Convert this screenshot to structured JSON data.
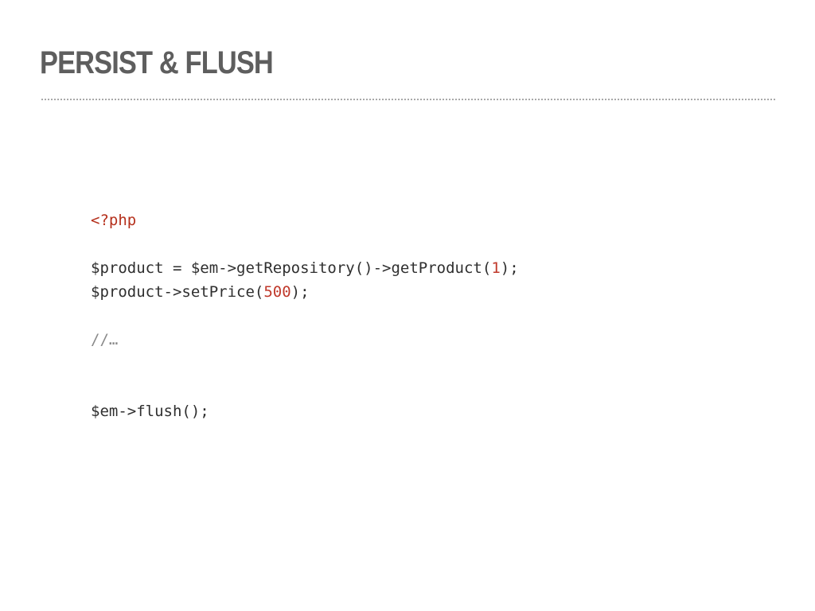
{
  "slide": {
    "title": "PERSIST & FLUSH"
  },
  "code": {
    "open_tag": "<?php",
    "line1_prefix": "$product = $em->getRepository()->getProduct(",
    "line1_number": "1",
    "line1_suffix": ");",
    "line2_prefix": "$product->setPrice(",
    "line2_number": "500",
    "line2_suffix": ");",
    "comment": "//…",
    "flush_line": "$em->flush();"
  },
  "colors": {
    "title": "#5e5e5e",
    "code_text": "#2f2f2f",
    "php_tag": "#b5301c",
    "number_literal": "#c0392b",
    "comment": "#8a8a8a",
    "divider": "#a8a8a8"
  }
}
